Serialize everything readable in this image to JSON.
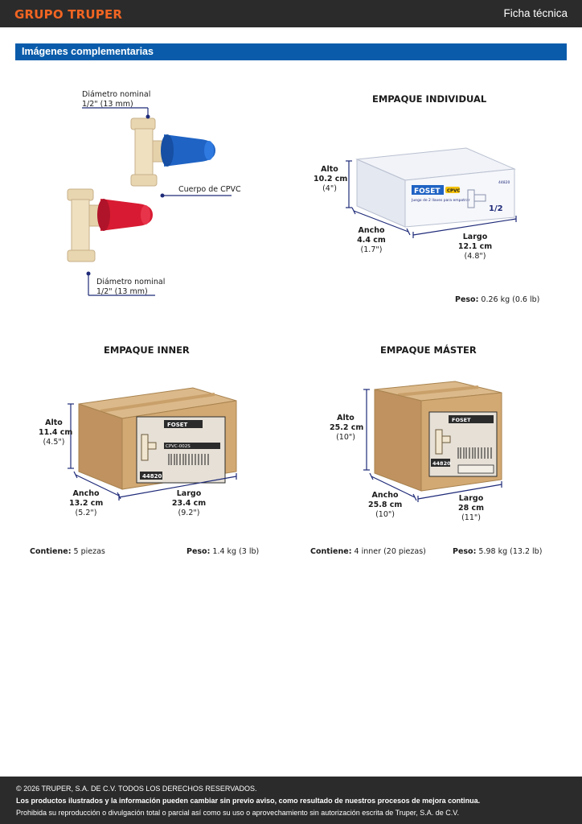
{
  "header": {
    "brand": "GRUPO TRUPER",
    "doc_type": "Ficha técnica"
  },
  "section": {
    "title": "Imágenes complementarias"
  },
  "product": {
    "callout_top_title": "Diámetro nominal",
    "callout_top_value": "1/2\" (13 mm)",
    "callout_mid": "Cuerpo de CPVC",
    "callout_bottom_title": "Diámetro nominal",
    "callout_bottom_value": "1/2\" (13 mm)"
  },
  "individual": {
    "title": "EMPAQUE INDIVIDUAL",
    "alto_label": "Alto",
    "alto_value": "10.2 cm",
    "alto_alt": "(4\")",
    "ancho_label": "Ancho",
    "ancho_value": "4.4 cm",
    "ancho_alt": "(1.7\")",
    "largo_label": "Largo",
    "largo_value": "12.1 cm",
    "largo_alt": "(4.8\")",
    "peso_label": "Peso:",
    "peso_value": "0.26 kg (0.6 lb)",
    "box_brand": "FOSET",
    "box_tag": "CPVC",
    "box_text": "Juego de 2 llaves para empotrar",
    "box_size": "1/2",
    "box_code": "44820"
  },
  "inner": {
    "title": "EMPAQUE INNER",
    "alto_label": "Alto",
    "alto_value": "11.4 cm",
    "alto_alt": "(4.5\")",
    "ancho_label": "Ancho",
    "ancho_value": "13.2 cm",
    "ancho_alt": "(5.2\")",
    "largo_label": "Largo",
    "largo_value": "23.4 cm",
    "largo_alt": "(9.2\")",
    "contiene_label": "Contiene:",
    "contiene_value": "5 piezas",
    "peso_label": "Peso:",
    "peso_value": "1.4 kg (3 lb)",
    "box_brand": "FOSET",
    "box_code": "44820",
    "box_model": "CPVC-002S"
  },
  "master": {
    "title": "EMPAQUE MÁSTER",
    "alto_label": "Alto",
    "alto_value": "25.2 cm",
    "alto_alt": "(10\")",
    "ancho_label": "Ancho",
    "ancho_value": "25.8 cm",
    "ancho_alt": "(10\")",
    "largo_label": "Largo",
    "largo_value": "28 cm",
    "largo_alt": "(11\")",
    "contiene_label": "Contiene:",
    "contiene_value": "4 inner (20 piezas)",
    "peso_label": "Peso:",
    "peso_value": "5.98 kg (13.2 lb)",
    "box_brand": "FOSET",
    "box_code": "44820"
  },
  "footer": {
    "copyright": "© 2026 TRUPER, S.A. DE C.V. TODOS LOS DERECHOS RESERVADOS.",
    "notice": "Los productos ilustrados y la información pueden cambiar sin previo aviso, como resultado de nuestros procesos de mejora continua.",
    "rights": "Prohibida su reproducción o divulgación total o parcial así como su uso o aprovechamiento sin autorización escrita de Truper, S.A. de C.V."
  },
  "colors": {
    "accent": "#0a5cab",
    "brand": "#f26522",
    "dim_line": "#1e2a78",
    "cardboard": "#c9a06a"
  }
}
